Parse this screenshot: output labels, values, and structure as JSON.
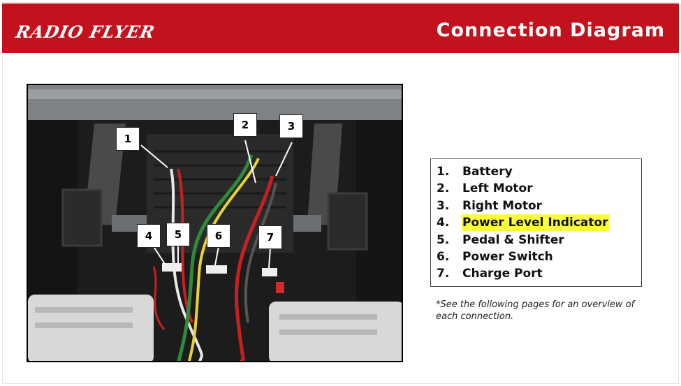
{
  "header": {
    "logo_text": "RADIO FLYER",
    "title": "Connection Diagram",
    "background_color": "#c1121d"
  },
  "photo": {
    "callouts": [
      "1",
      "2",
      "3",
      "4",
      "5",
      "6",
      "7"
    ]
  },
  "legend": {
    "items": [
      {
        "number": "1.",
        "label": "Battery",
        "highlighted": false
      },
      {
        "number": "2.",
        "label": "Left Motor",
        "highlighted": false
      },
      {
        "number": "3.",
        "label": "Right Motor",
        "highlighted": false
      },
      {
        "number": "4.",
        "label": "Power Level Indicator",
        "highlighted": true
      },
      {
        "number": "5.",
        "label": "Pedal & Shifter",
        "highlighted": false
      },
      {
        "number": "6.",
        "label": "Power Switch",
        "highlighted": false
      },
      {
        "number": "7.",
        "label": "Charge Port",
        "highlighted": false
      }
    ],
    "highlight_color": "#fbff3a"
  },
  "note": "*See the following pages for an overview of each connection."
}
